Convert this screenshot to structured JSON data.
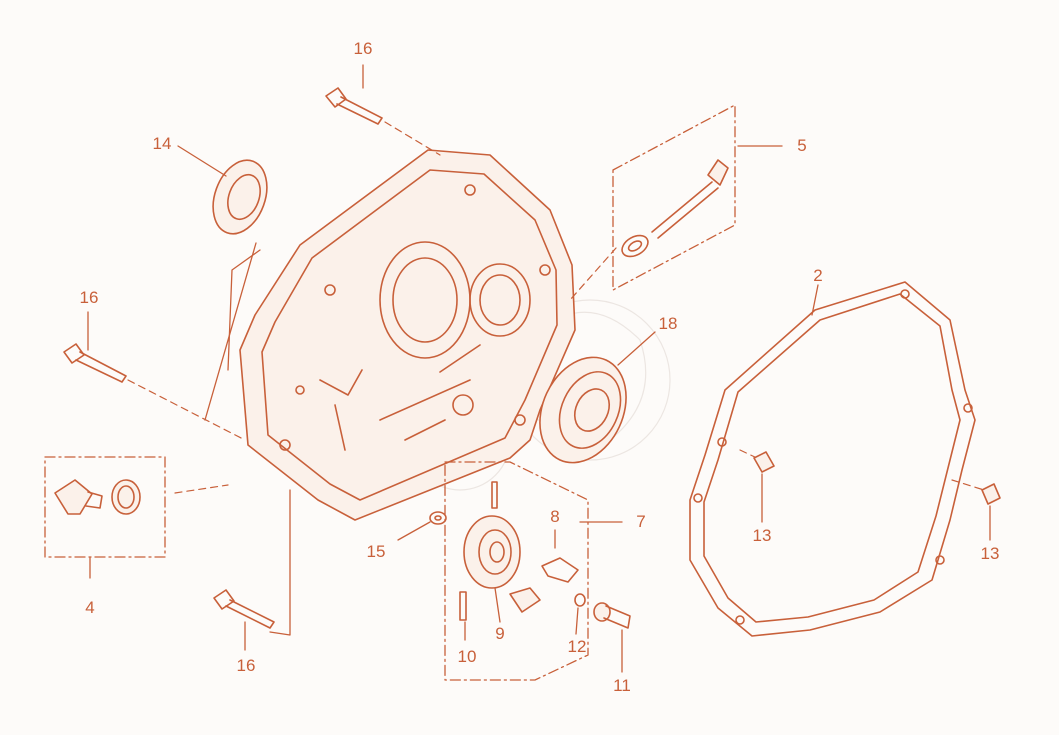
{
  "colors": {
    "ink": "#c8603a",
    "paper": "#fdfbf9",
    "fill": "#fbf1ea",
    "watermark": "#ece6e2"
  },
  "callouts": {
    "c16a": "16",
    "c14": "14",
    "c5": "5",
    "c2": "2",
    "c16b": "16",
    "c18": "18",
    "c8": "8",
    "c7": "7",
    "c15": "15",
    "c13a": "13",
    "c13b": "13",
    "c4": "4",
    "c9": "9",
    "c12": "12",
    "c10": "10",
    "c16c": "16",
    "c11": "11"
  }
}
